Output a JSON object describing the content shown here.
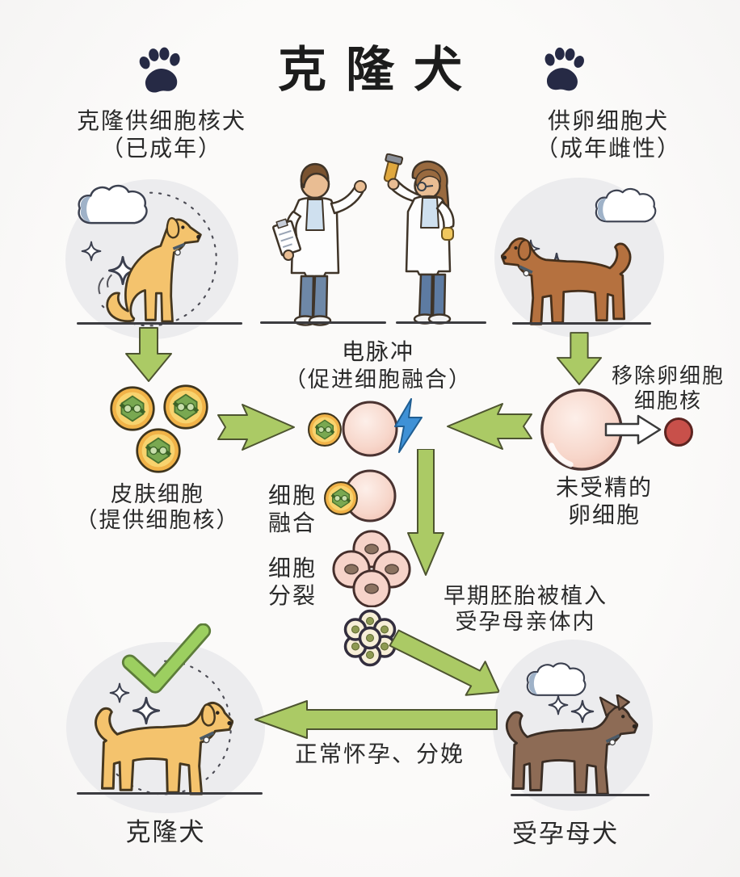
{
  "title": "克隆犬",
  "colors": {
    "accent_green": "#abca65",
    "cell_yellow": "#f1b348",
    "cell_pink": "#f6d5c9",
    "lightning_blue": "#3f91d6",
    "nucleus_red": "#c8504a",
    "circle_bg": "#ececee",
    "paw_navy": "#262a45"
  },
  "nodes": {
    "donor_dog": {
      "line1": "克隆供细胞核犬",
      "line2": "（已成年）"
    },
    "egg_donor_dog": {
      "line1": "供卵细胞犬",
      "line2": "（成年雌性）"
    },
    "electric_pulse": {
      "line1": "电脉冲",
      "line2": "（促进细胞融合）"
    },
    "skin_cells": {
      "line1": "皮肤细胞",
      "line2": "（提供细胞核）"
    },
    "remove_egg_nucleus": {
      "line1": "移除卵细胞",
      "line2": "细胞核"
    },
    "unfertilized_egg": {
      "line1": "未受精的",
      "line2": "卵细胞"
    },
    "cell_fusion": {
      "line1": "细胞",
      "line2": "融合"
    },
    "cell_division": {
      "line1": "细胞",
      "line2": "分裂"
    },
    "embryo_implant": {
      "line1": "早期胚胎被植入",
      "line2": "受孕母亲体内"
    },
    "pregnancy_label": "正常怀孕、分娩",
    "cloned_dog_label": "克隆犬",
    "surrogate_dog_label": "受孕母犬"
  }
}
